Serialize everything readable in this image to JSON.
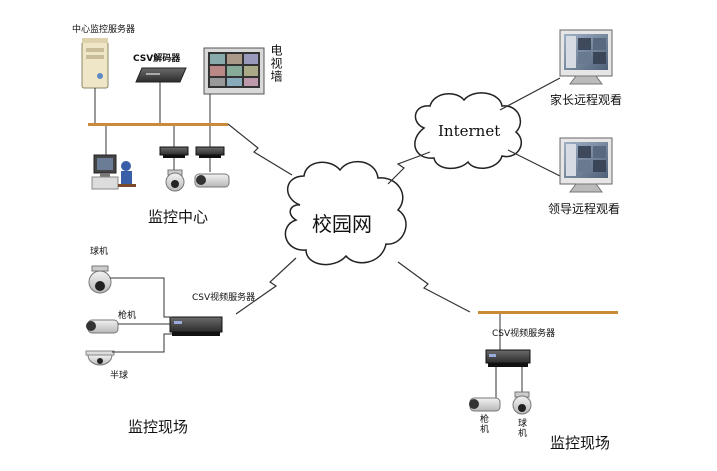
{
  "labels": {
    "center_server": "中心监控服务器",
    "csv_decoder": "CSV解码器",
    "tv_wall": "电视墙",
    "monitor_center": "监控中心",
    "campus_net": "校园网",
    "internet": "Internet",
    "parent_remote": "家长远程观看",
    "leader_remote": "领导远程观看",
    "site_left": {
      "dome": "球机",
      "gun": "枪机",
      "half_dome": "半球",
      "server": "CSV视频服务器",
      "title": "监控现场"
    },
    "site_right": {
      "server": "CSV视频服务器",
      "gun": "枪机",
      "dome": "球机",
      "title": "监控现场"
    }
  },
  "colors": {
    "backbone": "#c98b3a",
    "link": "#333333",
    "cloud_stroke": "#222222",
    "cloud_fill": "#ffffff"
  }
}
